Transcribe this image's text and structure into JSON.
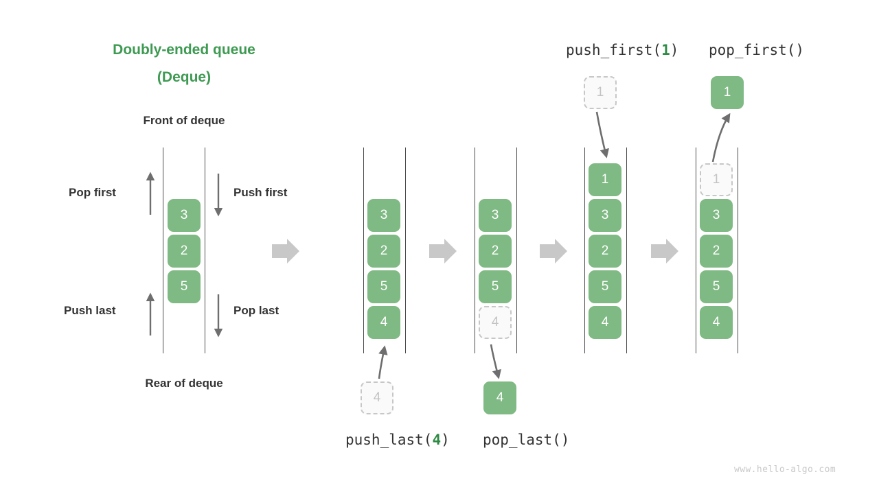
{
  "title": {
    "line1": "Doubly-ended queue",
    "line2": "(Deque)",
    "color": "#3e9a52"
  },
  "legend": {
    "front_label": "Front of deque",
    "rear_label": "Rear of deque",
    "pop_first": "Pop first",
    "push_first": "Push first",
    "push_last": "Push last",
    "pop_last": "Pop last"
  },
  "operations": {
    "push_first": {
      "name": "push_first(",
      "arg": "1",
      "close": ")"
    },
    "pop_first": {
      "name": "pop_first()"
    },
    "push_last": {
      "name": "push_last(",
      "arg": "4",
      "close": ")"
    },
    "pop_last": {
      "name": "pop_last()"
    }
  },
  "colors": {
    "cell_fill": "#7fb983",
    "cell_text": "#ffffff",
    "ghost_fill": "#fafafa",
    "ghost_text": "#c3c3c3",
    "ghost_border": "#c7c7c7",
    "rail": "#4a4a4a",
    "arrow_gray": "#c8c8c8",
    "thin_arrow": "#6e6e6e",
    "text": "#333333",
    "accent": "#3e9a52",
    "watermark": "#c9c9c9"
  },
  "columns": [
    {
      "id": "initial",
      "cells": [
        {
          "value": "3",
          "state": "solid"
        },
        {
          "value": "2",
          "state": "solid"
        },
        {
          "value": "5",
          "state": "solid"
        }
      ]
    },
    {
      "id": "after-push-last",
      "cells": [
        {
          "value": "3",
          "state": "solid"
        },
        {
          "value": "2",
          "state": "solid"
        },
        {
          "value": "5",
          "state": "solid"
        },
        {
          "value": "4",
          "state": "solid"
        }
      ],
      "incoming": {
        "value": "4",
        "state": "ghost"
      }
    },
    {
      "id": "after-pop-last",
      "cells": [
        {
          "value": "3",
          "state": "solid"
        },
        {
          "value": "2",
          "state": "solid"
        },
        {
          "value": "5",
          "state": "solid"
        },
        {
          "value": "4",
          "state": "ghost"
        }
      ],
      "outgoing": {
        "value": "4",
        "state": "solid"
      }
    },
    {
      "id": "after-push-first",
      "cells": [
        {
          "value": "1",
          "state": "solid"
        },
        {
          "value": "3",
          "state": "solid"
        },
        {
          "value": "2",
          "state": "solid"
        },
        {
          "value": "5",
          "state": "solid"
        },
        {
          "value": "4",
          "state": "solid"
        }
      ],
      "incoming": {
        "value": "1",
        "state": "ghost"
      }
    },
    {
      "id": "after-pop-first",
      "cells": [
        {
          "value": "1",
          "state": "ghost"
        },
        {
          "value": "3",
          "state": "solid"
        },
        {
          "value": "2",
          "state": "solid"
        },
        {
          "value": "5",
          "state": "solid"
        },
        {
          "value": "4",
          "state": "solid"
        }
      ],
      "outgoing": {
        "value": "1",
        "state": "solid"
      }
    }
  ],
  "watermark": "www.hello-algo.com"
}
